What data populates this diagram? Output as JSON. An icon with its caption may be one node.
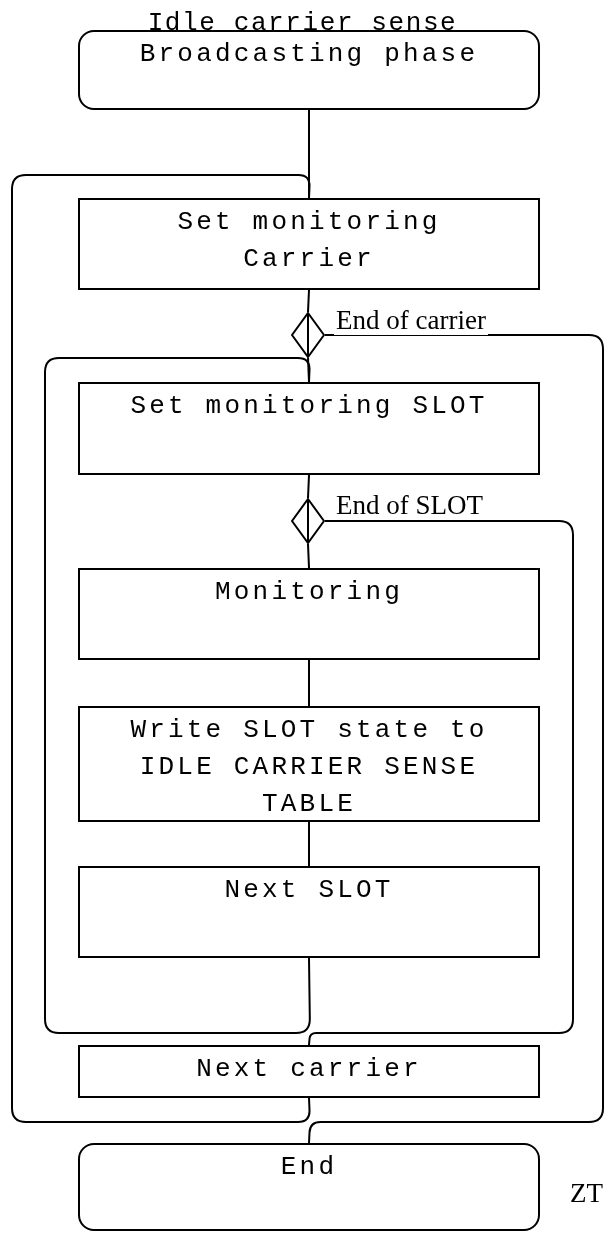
{
  "diagram": {
    "title": "Idle carrier sense",
    "nodes": [
      {
        "text": [
          "Broadcasting phase"
        ]
      },
      {
        "text": [
          "Set monitoring Carrier"
        ]
      },
      {
        "text": [],
        "shape": "diamond"
      },
      {
        "text": [
          "Set monitoring SLOT"
        ]
      },
      {
        "text": [],
        "shape": "diamond"
      },
      {
        "text": [
          "Monitoring"
        ]
      },
      {
        "text": [
          "Write SLOT state to IDLE CARRIER SENSE TABLE"
        ]
      },
      {
        "text": [
          "Next SLOT"
        ]
      },
      {
        "text": [
          "Next carrier"
        ]
      },
      {
        "text": [
          "End"
        ]
      }
    ],
    "edges": [
      {
        "from": 0,
        "to": 1,
        "arrow": "none"
      },
      {
        "from": 1,
        "to": 2,
        "arrow": "none"
      },
      {
        "from": 2,
        "to": 3,
        "arrow": "none"
      },
      {
        "from": 3,
        "to": 4,
        "arrow": "none"
      },
      {
        "from": 4,
        "to": 5,
        "arrow": "none"
      },
      {
        "from": 5,
        "to": 6,
        "arrow": "none"
      },
      {
        "from": 6,
        "to": 7,
        "arrow": "none"
      },
      {
        "from": 7,
        "to": 3,
        "arrow": "none"
      },
      {
        "from": 4,
        "to": 8,
        "label": "End of SLOT",
        "arrow": "none"
      },
      {
        "from": 8,
        "to": 1,
        "arrow": "none"
      },
      {
        "from": 2,
        "to": 9,
        "label": "End of carrier",
        "arrow": "none"
      }
    ],
    "labels": [
      "ZT"
    ]
  }
}
